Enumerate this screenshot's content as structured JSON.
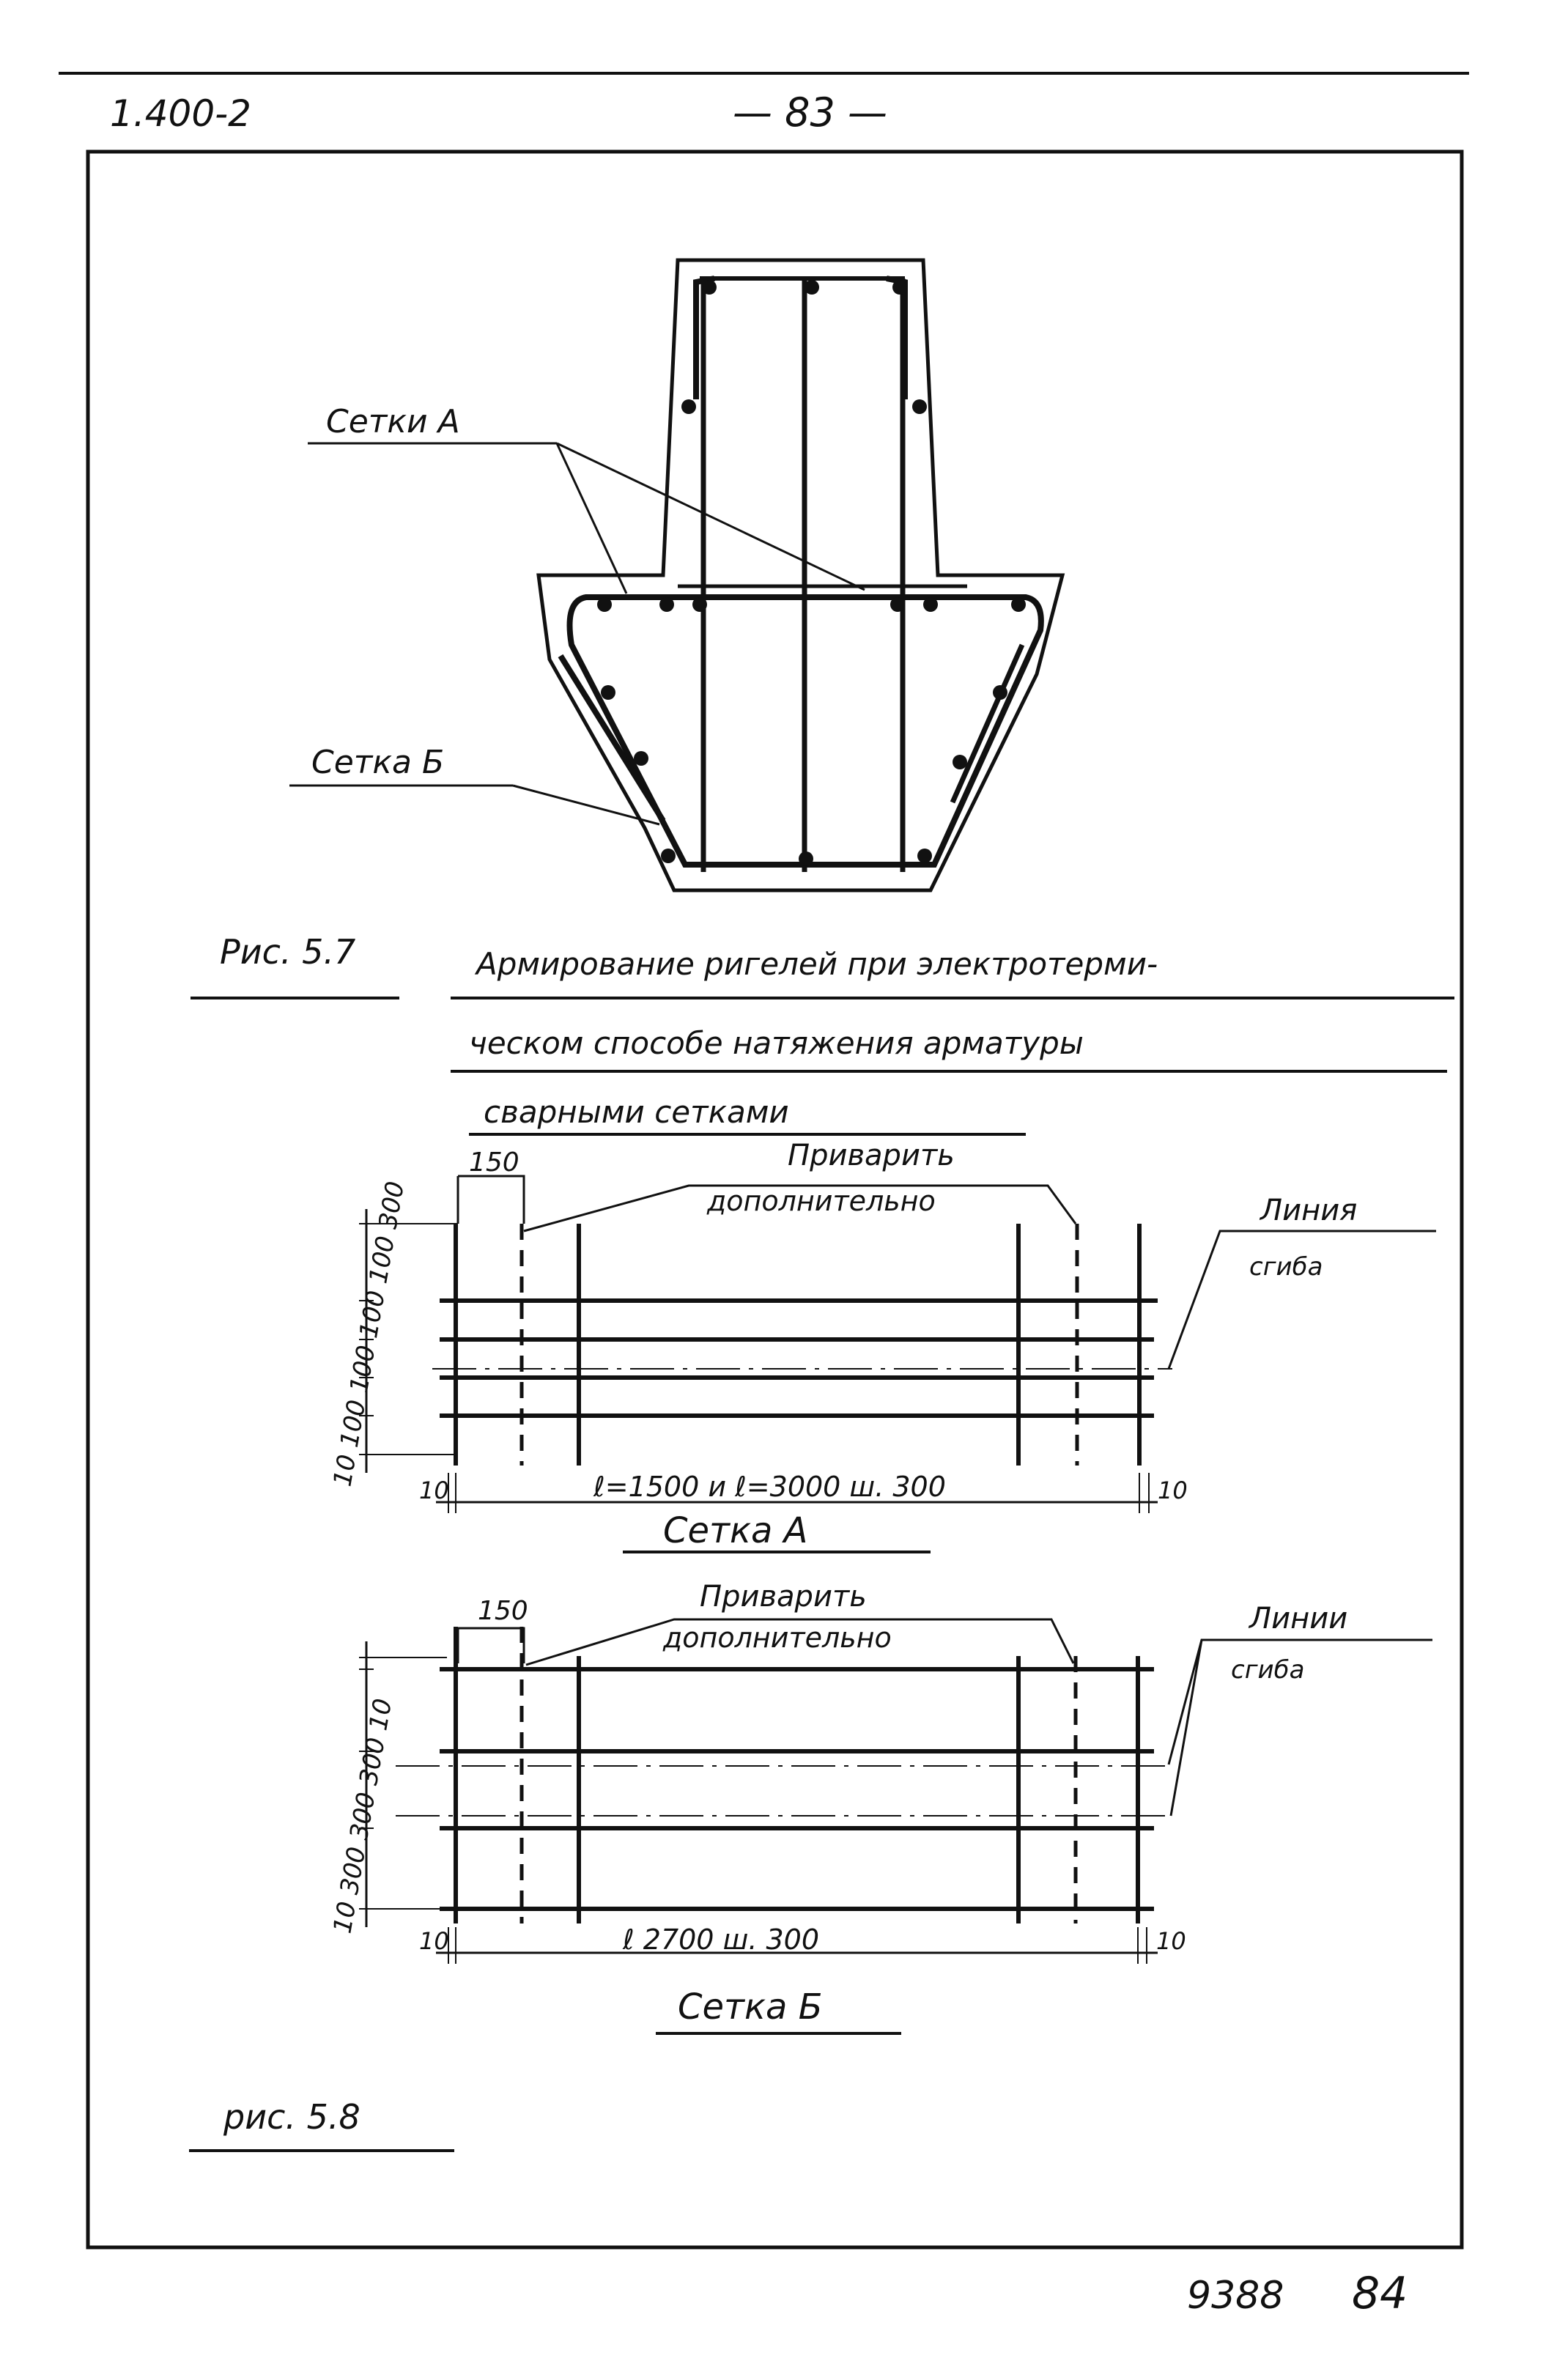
{
  "header": {
    "doc_code": "1.400-2",
    "page_number": "— 83 —"
  },
  "figure_5_7": {
    "label": "Рис. 5.7",
    "caption_line1": "Армирование ригелей при электротерми-",
    "caption_line2": "ческом способе натяжения арматуры",
    "caption_line3": "сварными сетками",
    "callout_set_a": "Сетки А",
    "callout_set_b": "Сетка Б"
  },
  "figure_5_8": {
    "label": "рис. 5.8",
    "mesh_a": {
      "title": "Сетка А",
      "weld_note_line1": "Приварить",
      "weld_note_line2": "дополнительно",
      "bend_line_label1": "Линия",
      "bend_line_label2": "сгиба",
      "top_dim": "150",
      "side_dims": "10 100 100 100 100 300",
      "bottom_dim": "ℓ=1500 и ℓ=3000  ш. 300",
      "left_end": "10",
      "right_end": "10"
    },
    "mesh_b": {
      "title": "Сетка Б",
      "weld_note_line1": "Приварить",
      "weld_note_line2": "дополнительно",
      "bend_line_label1": "Линии",
      "bend_line_label2": "сгиба",
      "top_dim": "150",
      "side_dims": "10 300 300 300 10",
      "bottom_dim": "ℓ 2700  ш. 300",
      "left_end": "10",
      "right_end": "10"
    }
  },
  "footer": {
    "archive_number": "9388",
    "sheet_number": "84"
  }
}
